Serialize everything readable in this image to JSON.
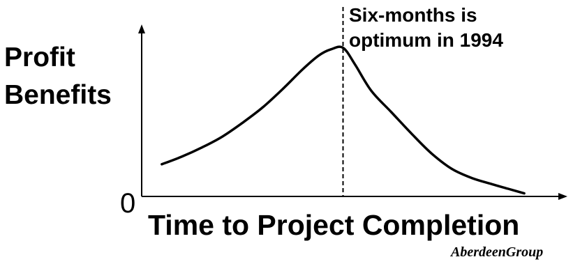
{
  "chart_data": {
    "type": "line",
    "title": "",
    "ylabel_lines": [
      "Profit",
      "Benefits"
    ],
    "xlabel": "Time to Project Completion",
    "y_tick_label": "0",
    "annotation_lines": [
      "Six-months is",
      "optimum in 1994"
    ],
    "source": "AberdeenGroup",
    "grid": false,
    "axis_ticks_numeric": false,
    "xlim": [
      0,
      1
    ],
    "ylim": [
      0,
      1
    ],
    "optimum_x": 0.5,
    "series": [
      {
        "x": [
          0.05,
          0.1,
          0.15,
          0.2,
          0.25,
          0.3,
          0.35,
          0.4,
          0.44,
          0.47,
          0.5,
          0.53,
          0.57,
          0.62,
          0.67,
          0.72,
          0.77,
          0.82,
          0.87,
          0.91,
          0.95
        ],
        "values": [
          0.21,
          0.26,
          0.32,
          0.39,
          0.48,
          0.58,
          0.7,
          0.83,
          0.92,
          0.96,
          0.97,
          0.86,
          0.69,
          0.55,
          0.41,
          0.28,
          0.18,
          0.12,
          0.08,
          0.05,
          0.02
        ]
      }
    ],
    "colors": {
      "line": "#000000",
      "axis": "#000000",
      "background": "#ffffff"
    }
  }
}
